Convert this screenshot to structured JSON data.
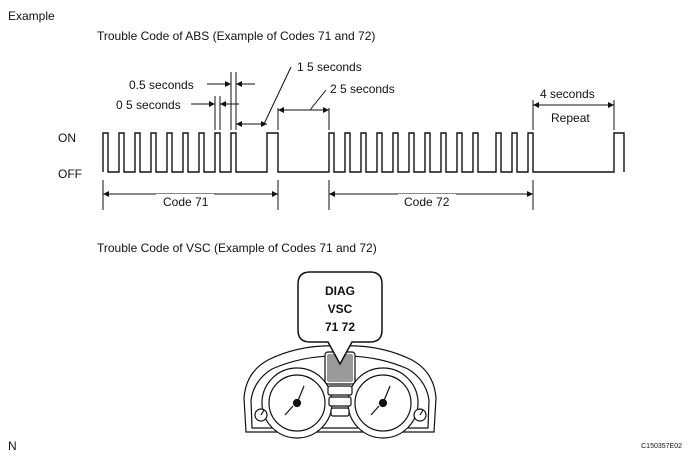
{
  "header": {
    "example_label": "Example"
  },
  "abs": {
    "title": "Trouble Code of ABS (Example of Codes 71 and 72)",
    "on_label": "ON",
    "off_label": "OFF",
    "timing": {
      "half_sec_upper": "0.5 seconds",
      "half_sec_lower": "0 5 seconds",
      "one_five_sec": "1 5 seconds",
      "two_five_sec": "2 5 seconds",
      "four_sec": "4 seconds",
      "repeat": "Repeat"
    },
    "code_71_label": "Code 71",
    "code_72_label": "Code 72"
  },
  "vsc": {
    "title": "Trouble Code of VSC (Example of Codes 71 and 72)",
    "callout": {
      "line1": "DIAG",
      "line2": "VSC",
      "line3": "71 72"
    }
  },
  "footer": {
    "n_label": "N",
    "figure_id": "C150357E02"
  },
  "colors": {
    "ink": "#111111",
    "shade": "#9a9a9a",
    "paper": "#ffffff"
  }
}
